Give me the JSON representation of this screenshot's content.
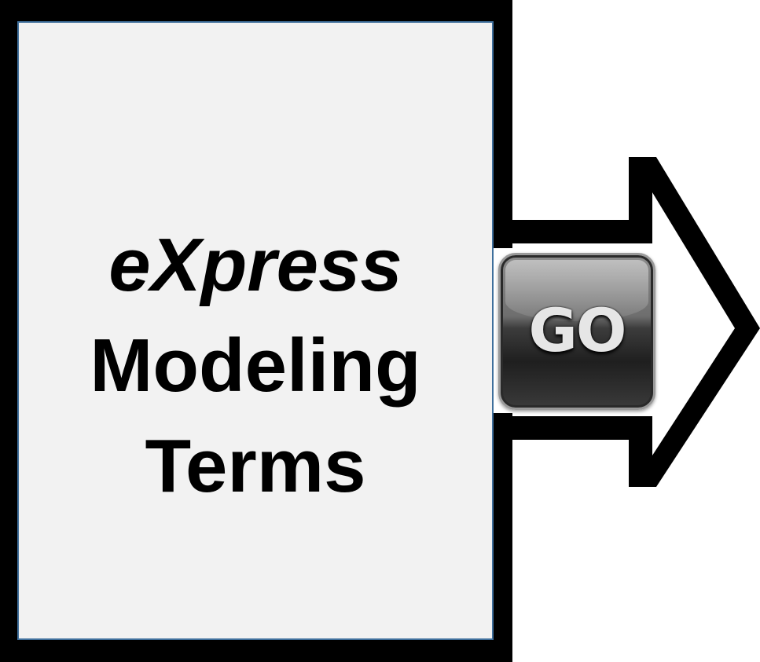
{
  "title": {
    "line1": "eXpress",
    "line2": "Modeling",
    "line3": "Terms"
  },
  "go_button": {
    "label": "GO"
  },
  "colors": {
    "frame": "#000000",
    "panel": "#f2f2f2",
    "panel_border": "#3f6f9c",
    "arrow": "#000000",
    "button": "#3c3c3c"
  },
  "icons": {
    "arrow": "right-arrow-icon"
  }
}
